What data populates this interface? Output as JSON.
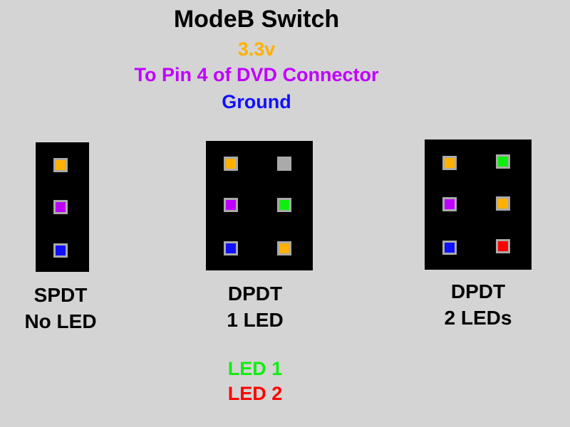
{
  "title": "ModeB Switch",
  "colors": {
    "v33": "#ffb000",
    "pin4": "#c000ff",
    "ground": "#1010ff",
    "led1": "#10ee10",
    "led2": "#ff0000",
    "unused": "#aaaaaa",
    "background": "#d4d4d4",
    "header": "#000000"
  },
  "legend": [
    {
      "text": "3.3v",
      "color_key": "v33"
    },
    {
      "text": "To Pin 4 of DVD Connector",
      "color_key": "pin4"
    },
    {
      "text": "Ground",
      "color_key": "ground"
    }
  ],
  "switches": [
    {
      "line1": "SPDT",
      "line2": "No LED",
      "pins": [
        [
          "v33"
        ],
        [
          "pin4"
        ],
        [
          "ground"
        ]
      ]
    },
    {
      "line1": "DPDT",
      "line2": "1 LED",
      "pins": [
        [
          "v33",
          "unused"
        ],
        [
          "pin4",
          "led1"
        ],
        [
          "ground",
          "v33"
        ]
      ]
    },
    {
      "line1": "DPDT",
      "line2": "2 LEDs",
      "pins": [
        [
          "v33",
          "led1"
        ],
        [
          "pin4",
          "v33"
        ],
        [
          "ground",
          "led2"
        ]
      ]
    }
  ],
  "led_legend": [
    {
      "text": "LED 1",
      "color_key": "led1"
    },
    {
      "text": "LED 2",
      "color_key": "led2"
    }
  ]
}
